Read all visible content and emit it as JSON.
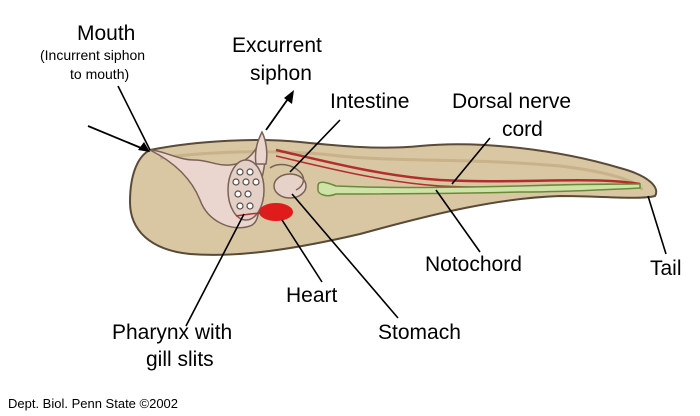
{
  "labels": {
    "mouth": "Mouth",
    "mouth_note_1": "(Incurrent siphon",
    "mouth_note_2": "to mouth)",
    "excurrent_1": "Excurrent",
    "excurrent_2": "siphon",
    "intestine": "Intestine",
    "dorsal_1": "Dorsal nerve",
    "dorsal_2": "cord",
    "notochord": "Notochord",
    "tail": "Tail",
    "heart": "Heart",
    "stomach": "Stomach",
    "pharynx_1": "Pharynx with",
    "pharynx_2": "gill slits"
  },
  "credit": "Dept. Biol. Penn State ©2002",
  "colors": {
    "body_fill": "#d9c6a2",
    "body_outline": "#5a4a38",
    "pharynx_fill": "#ead6ce",
    "nerve_cord": "#b32d2d",
    "notochord_fill": "#cfe3a8",
    "notochord_stroke": "#6a8a3a",
    "heart": "#e01b1b"
  }
}
